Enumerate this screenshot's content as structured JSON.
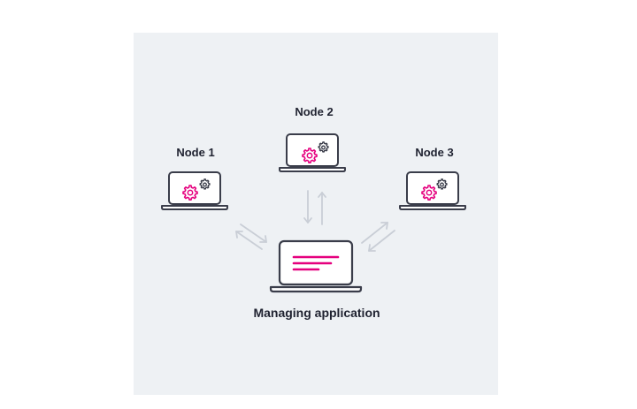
{
  "nodes": [
    {
      "label": "Node 1"
    },
    {
      "label": "Node 2"
    },
    {
      "label": "Node 3"
    }
  ],
  "manager": {
    "label": "Managing application"
  },
  "colors": {
    "background_panel": "#eef1f4",
    "outline": "#3a3d4a",
    "accent": "#e5007e",
    "arrow": "#c9ced6",
    "text": "#1f2230"
  },
  "icons": {
    "node_icon": "gear-cluster-icon",
    "manager_icon": "text-lines-icon"
  }
}
